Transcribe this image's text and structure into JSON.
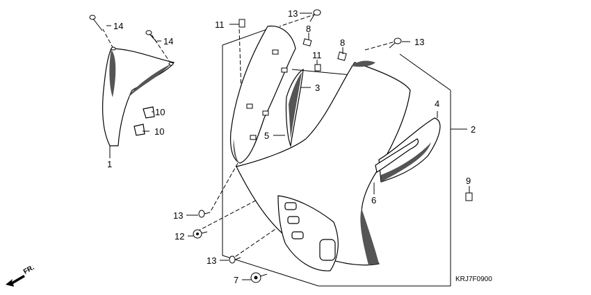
{
  "diagram": {
    "code": "KRJ7F0900",
    "direction_mark": "FR.",
    "callouts": {
      "c1": "1",
      "c2": "2",
      "c3": "3",
      "c4": "4",
      "c5": "5",
      "c6": "6",
      "c7": "7",
      "c8a": "8",
      "c8b": "8",
      "c9": "9",
      "c10a": "10",
      "c10b": "10",
      "c11a": "11",
      "c11b": "11",
      "c12": "12",
      "c13a": "13",
      "c13b": "13",
      "c13c": "13",
      "c13d": "13",
      "c14a": "14",
      "c14b": "14"
    }
  }
}
